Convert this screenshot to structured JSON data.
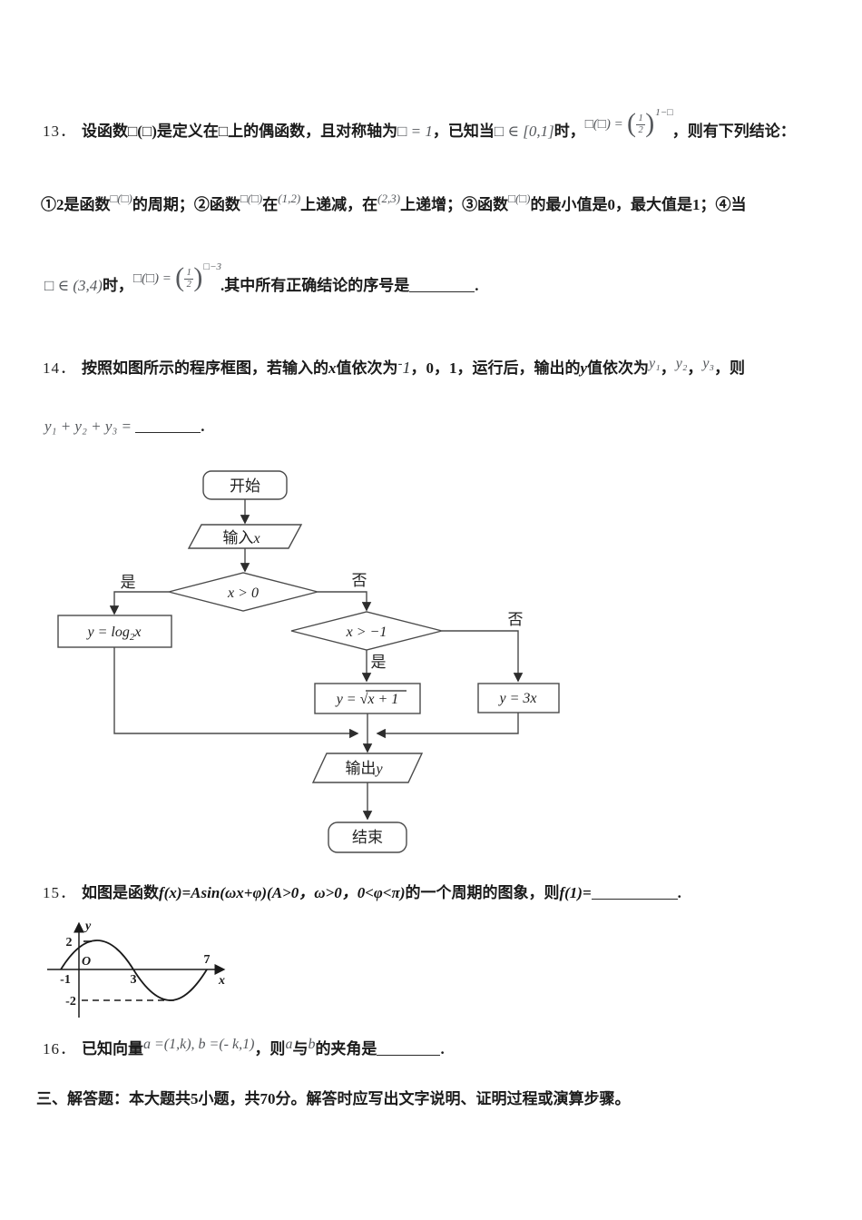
{
  "q13": {
    "number": "13．",
    "l1a": "设函数□(□)是定义在□上的偶函数，且对称轴为",
    "l1b": "□ = 1",
    "l1c": "，已知当",
    "l1d": "□ ∈ [0,1]",
    "l1e": "时，",
    "f1": {
      "lhs": "□(□) =",
      "num": "1",
      "den": "2",
      "exp": "1−□"
    },
    "l1f": "，则有下列结论：",
    "l2": {
      "t0": "①2是函数",
      "s0": "□(□)",
      "t1": "的周期；②函数",
      "s1": "□(□)",
      "t2": "在",
      "s2": "(1,2)",
      "t3": "上递减，在",
      "s3": "(2,3)",
      "t4": "上递增；③函数",
      "s4": "□(□)",
      "t5": "的最小值是0，最大值是1；④当"
    },
    "l3a": "□ ∈ (3,4)",
    "l3b": "时，",
    "f2": {
      "lhs": "□(□) =",
      "num": "1",
      "den": "2",
      "exp": "□−3"
    },
    "l3c": ".其中所有正确结论的序号是",
    "l3d": "."
  },
  "q14": {
    "number": "14．",
    "l1a": "按照如图所示的程序框图，若输入的",
    "xvar": "x",
    "l1b": "值依次为",
    "supminus": "-",
    "one": "1",
    "l1c": "，0，1，运行后，输出的",
    "yvar": "y",
    "l1d": "值依次为",
    "y1": "y₁",
    "c1": "，",
    "y2": "y₂",
    "c2": "，",
    "y3": "y₃",
    "l1e": "，则",
    "l2math": "y₁ + y₂ + y₃ =",
    "l2dot": "."
  },
  "flowchart": {
    "start": "开始",
    "input_pre": "输入",
    "input_var": "x",
    "cond1": "x > 0",
    "yes1": "是",
    "no1": "否",
    "log_pre": "y = log",
    "log_sub": "2",
    "log_post": "x",
    "cond2": "x > −1",
    "yes2": "是",
    "no2": "否",
    "sqrt_pre": "y = ",
    "sqrt_rad": "√",
    "sqrt_arg": "x + 1",
    "linear": "y = 3x",
    "output_pre": "输出",
    "output_var": "y",
    "end": "结束"
  },
  "q15": {
    "number": "15．",
    "l1a": "如图是函数",
    "m1": "f(x)=Asin(ωx+φ)(A>0，ω>0，0<φ<π)",
    "l1b": "的一个周期的图象，则",
    "m2": "f(1)=",
    "dot": ".",
    "graph": {
      "ylabel": "y",
      "xlabel": "x",
      "origin": "O",
      "ytick_top": "2",
      "ytick_bottom": "-2",
      "xtick1": "-1",
      "xtick2": "3",
      "xtick3": "7"
    }
  },
  "q16": {
    "number": "16．",
    "l1a": "已知向量",
    "m1": "a =(1,k), b =(- k,1)",
    "l1b": "，则",
    "a": "a",
    "mid": "与",
    "b": "b",
    "l1c": "的夹角是",
    "dot": "."
  },
  "section3": "三、解答题：本大题共5小题，共70分。解答时应写出文字说明、证明过程或演算步骤。"
}
